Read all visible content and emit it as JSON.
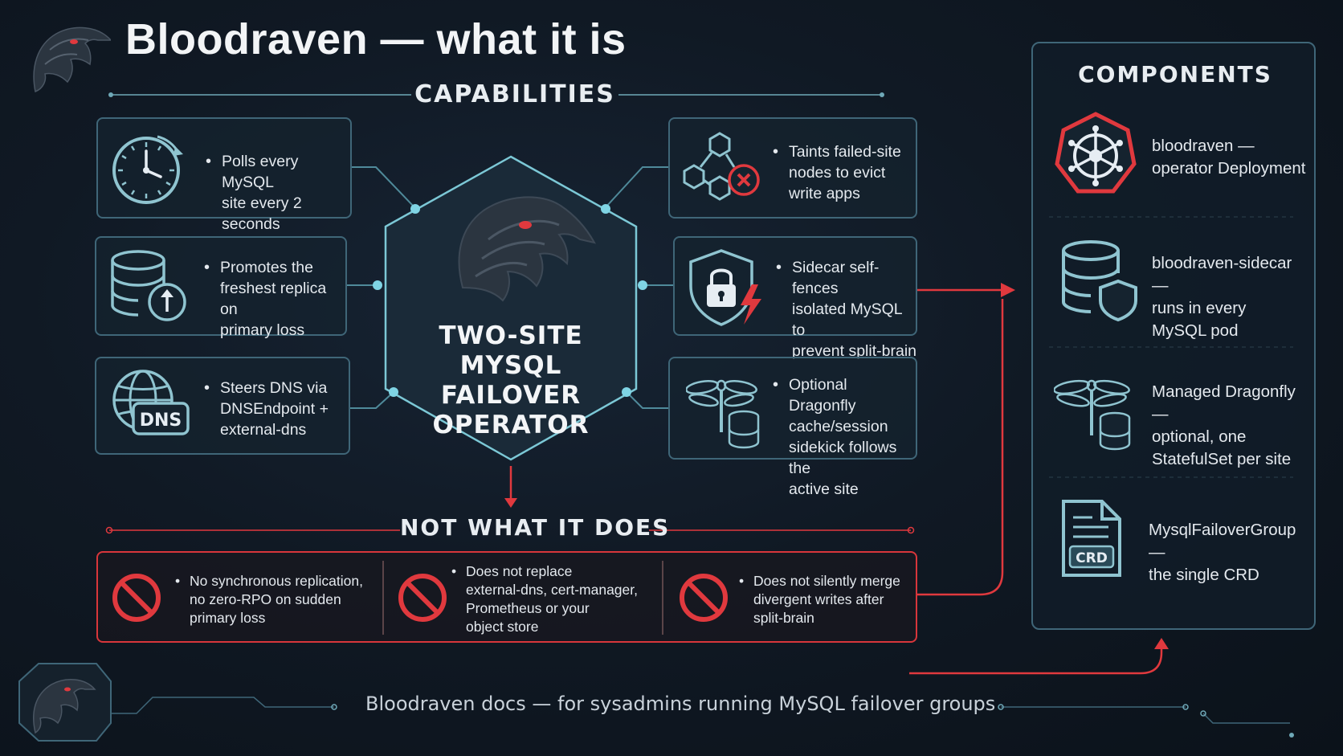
{
  "title": "Bloodraven — what it is",
  "capabilities": {
    "heading": "CAPABILITIES",
    "center_lines": [
      "TWO-SITE",
      "MYSQL FAILOVER",
      "OPERATOR"
    ],
    "left": [
      {
        "icon": "clock-icon",
        "lines": [
          "Polls every MySQL",
          "site every 2 seconds"
        ]
      },
      {
        "icon": "database-upload-icon",
        "lines": [
          "Promotes the",
          "freshest replica on",
          "primary loss"
        ]
      },
      {
        "icon": "globe-dns-icon",
        "lines": [
          "Steers DNS via",
          "DNSEndpoint +",
          "external-dns"
        ]
      }
    ],
    "right": [
      {
        "icon": "node-graph-error-icon",
        "lines": [
          "Taints failed-site",
          "nodes to evict",
          "write apps"
        ]
      },
      {
        "icon": "shield-lock-icon",
        "lines": [
          "Sidecar self-fences",
          "isolated MySQL to",
          "prevent split-brain"
        ]
      },
      {
        "icon": "dragonfly-database-icon",
        "lines": [
          "Optional Dragonfly",
          "cache/session",
          "sidekick follows the",
          "active site"
        ]
      }
    ],
    "dns_icon_text": "DNS"
  },
  "not_what_it_does": {
    "heading": "NOT WHAT IT DOES",
    "items": [
      {
        "icon": "prohibited-icon",
        "lines": [
          "No synchronous replication,",
          "no zero-RPO on sudden",
          "primary loss"
        ]
      },
      {
        "icon": "prohibited-icon",
        "lines": [
          "Does not replace",
          "external-dns, cert-manager,",
          "Prometheus or your",
          "object store"
        ]
      },
      {
        "icon": "prohibited-icon",
        "lines": [
          "Does not silently merge",
          "divergent writes after",
          "split-brain"
        ]
      }
    ]
  },
  "components": {
    "heading": "COMPONENTS",
    "items": [
      {
        "icon": "kubernetes-helm-icon",
        "lines": [
          "bloodraven —",
          "operator Deployment"
        ]
      },
      {
        "icon": "database-shield-icon",
        "lines": [
          "bloodraven-sidecar —",
          "runs in every",
          "MySQL pod"
        ]
      },
      {
        "icon": "dragonfly-database-icon",
        "lines": [
          "Managed Dragonfly —",
          "optional, one",
          "StatefulSet per site"
        ]
      },
      {
        "icon": "crd-file-icon",
        "lines": [
          "MysqlFailoverGroup —",
          "the single CRD"
        ]
      }
    ],
    "crd_icon_text": "CRD"
  },
  "footer": "Bloodraven docs — for sysadmins running MySQL failover groups",
  "colors": {
    "accent_teal": "#6fb8c8",
    "accent_red": "#e0393e",
    "card_border": "#3f6678",
    "background": "#101924"
  }
}
